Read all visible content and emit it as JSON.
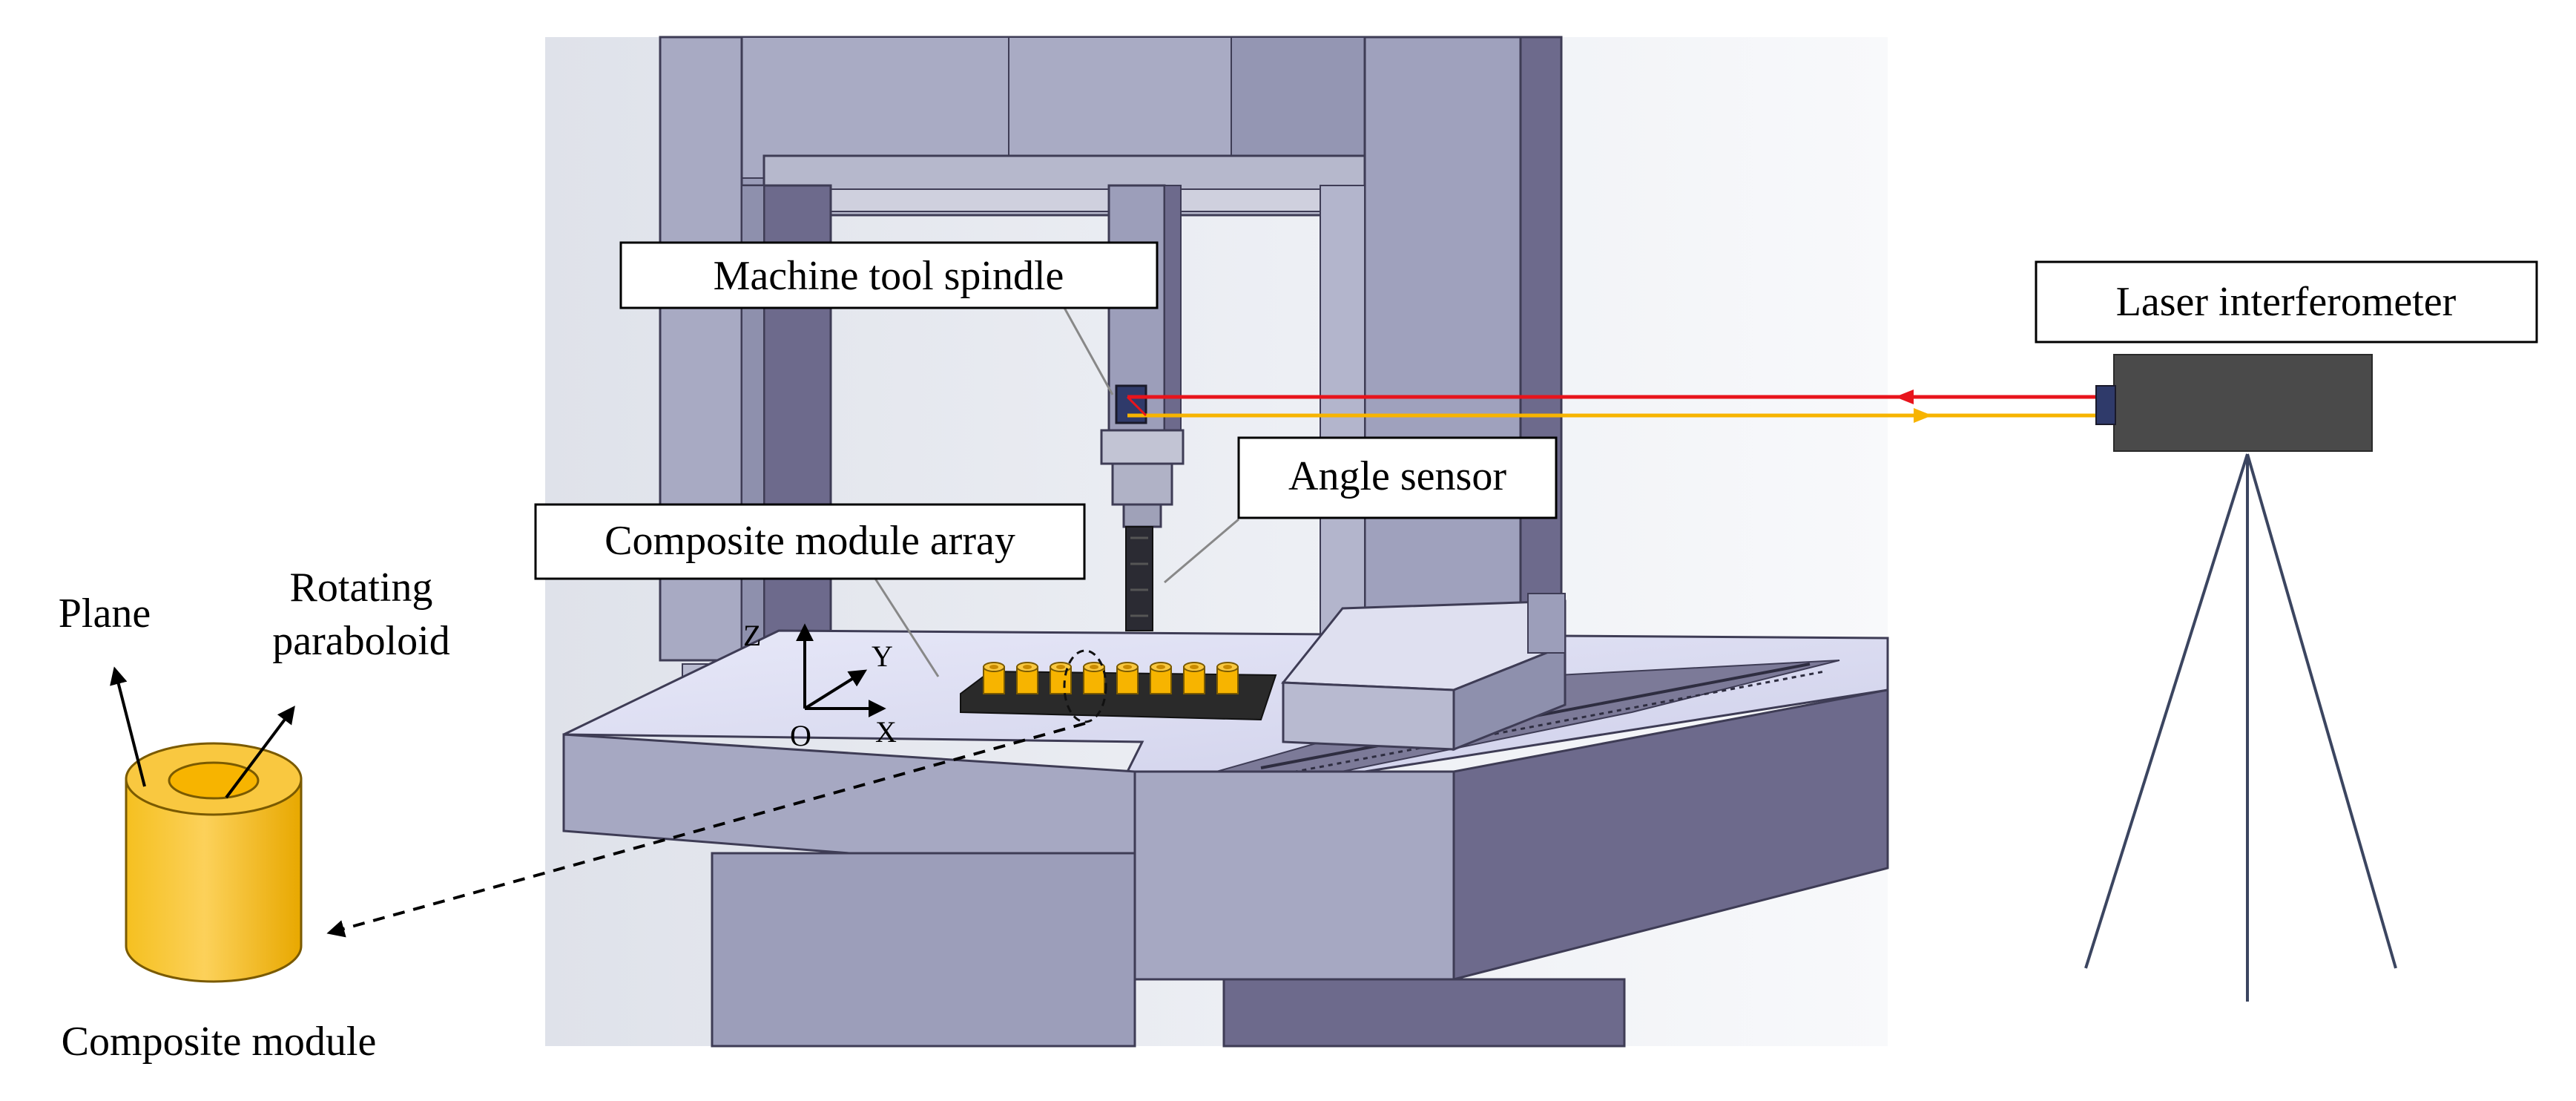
{
  "labels": {
    "machine_tool_spindle": "Machine tool spindle",
    "laser_interferometer": "Laser interferometer",
    "angle_sensor": "Angle sensor",
    "composite_module_array": "Composite module array",
    "plane": "Plane",
    "rotating_line1": "Rotating",
    "rotating_line2": "paraboloid",
    "composite_module": "Composite module"
  },
  "axes": {
    "z": "Z",
    "y": "Y",
    "x": "X",
    "o": "O"
  },
  "colors": {
    "machine_light": "#a6a8c2",
    "machine_mid": "#8e90ad",
    "machine_dark": "#6d6a8c",
    "machine_edge": "#3e3c55",
    "table_top": "#dcdcf2",
    "module_yellow": "#f7b400",
    "module_top": "#f9c840",
    "laser_red": "#e8141c",
    "laser_yellow": "#f7b400",
    "interferometer_body": "#4a4a4a",
    "tripod": "#3b4560"
  },
  "module_count": 8
}
